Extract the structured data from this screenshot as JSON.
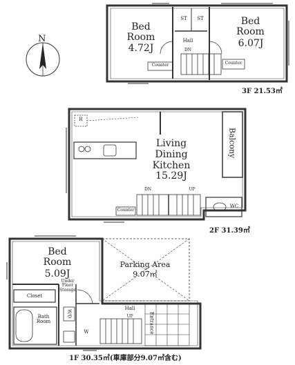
{
  "compass": {
    "north_label": "N"
  },
  "floor3": {
    "area": "3F 21.53㎡",
    "bed_left": {
      "name": "Bed Room",
      "size": "4.72J"
    },
    "bed_right": {
      "name": "Bed Room",
      "size": "6.07J"
    },
    "st1": "ST",
    "st2": "ST",
    "hall": "Hall",
    "dn": "DN",
    "counter_left": "Counter",
    "counter_right": "Counter"
  },
  "floor2": {
    "area": "2F 31.39㎡",
    "r": "R",
    "balcony": "Balcony",
    "ldk_name": "Living Dining Kitchen",
    "ldk_size": "15.29J",
    "dn": "DN",
    "up": "UP",
    "counter": "Counter",
    "wc": "WC"
  },
  "floor1": {
    "area": "1F 30.35㎡(車庫部分9.07㎡含む)",
    "bed": {
      "name": "Bed Room",
      "size": "5.09J"
    },
    "parking": {
      "name": "Parking Area",
      "size": "9.07㎡"
    },
    "closet": "Closet",
    "under_floor": "Under Floor Storage",
    "bath": "Bath Room",
    "wd": "W/D",
    "hall": "Hall",
    "up": "UP",
    "entrance": "Entrance",
    "w": "W"
  }
}
